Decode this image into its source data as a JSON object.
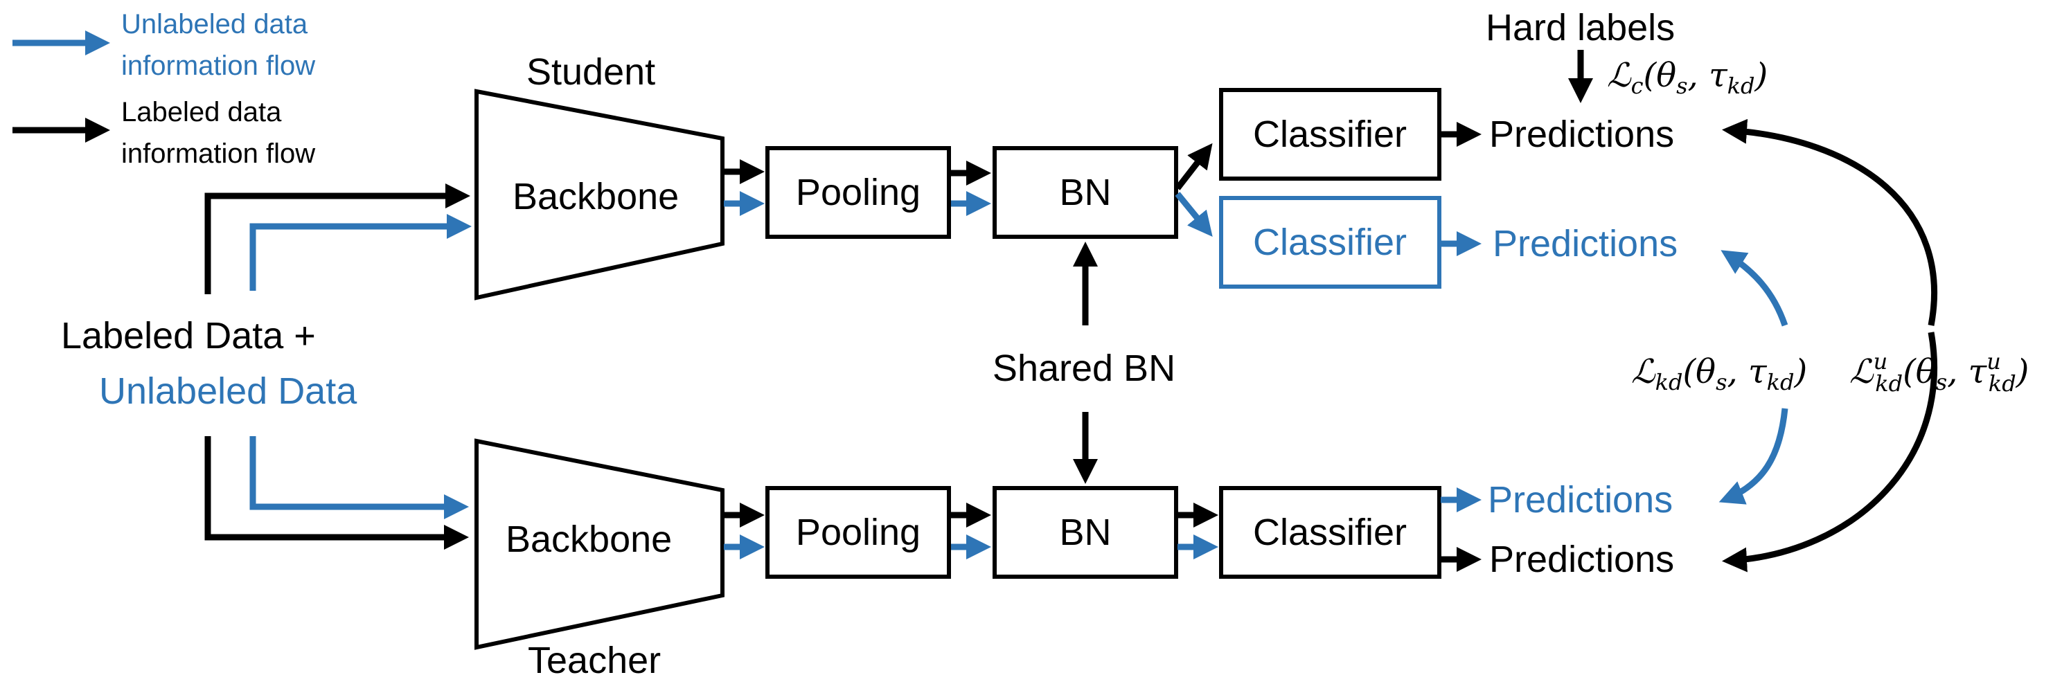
{
  "colors": {
    "labeled": "#000000",
    "unlabeled": "#2E75B6"
  },
  "legend": {
    "unlabeled_line1": "Unlabeled data",
    "unlabeled_line2": "information flow",
    "labeled_line1": "Labeled data",
    "labeled_line2": "information flow"
  },
  "student": {
    "title": "Student",
    "backbone": "Backbone",
    "pooling": "Pooling",
    "bn": "BN",
    "classifier_labeled": "Classifier",
    "classifier_unlabeled": "Classifier",
    "predictions_labeled": "Predictions",
    "predictions_unlabeled": "Predictions"
  },
  "teacher": {
    "title": "Teacher",
    "backbone": "Backbone",
    "pooling": "Pooling",
    "bn": "BN",
    "classifier": "Classifier",
    "predictions_unlabeled": "Predictions",
    "predictions_labeled": "Predictions"
  },
  "input": {
    "line1": "Labeled Data +",
    "line2": "Unlabeled Data"
  },
  "shared_bn": "Shared BN",
  "hard_labels": "Hard labels",
  "losses": {
    "lc": {
      "base": "ℒ",
      "sub": "c",
      "args": "(θ",
      "args_sub": "s",
      "args_mid": ", τ",
      "args_sub2": "kd",
      "close": ")"
    },
    "lkd": {
      "base": "ℒ",
      "sub": "kd",
      "args": "(θ",
      "args_sub": "s",
      "args_mid": ", τ",
      "args_sub2": "kd",
      "close": ")"
    },
    "lkdu": {
      "base": "ℒ",
      "sub": "kd",
      "sup": "u",
      "args": "(θ",
      "args_sub": "s",
      "args_mid": ", τ",
      "args_sub2": "kd",
      "args_sup2": "u",
      "close": ")"
    }
  }
}
